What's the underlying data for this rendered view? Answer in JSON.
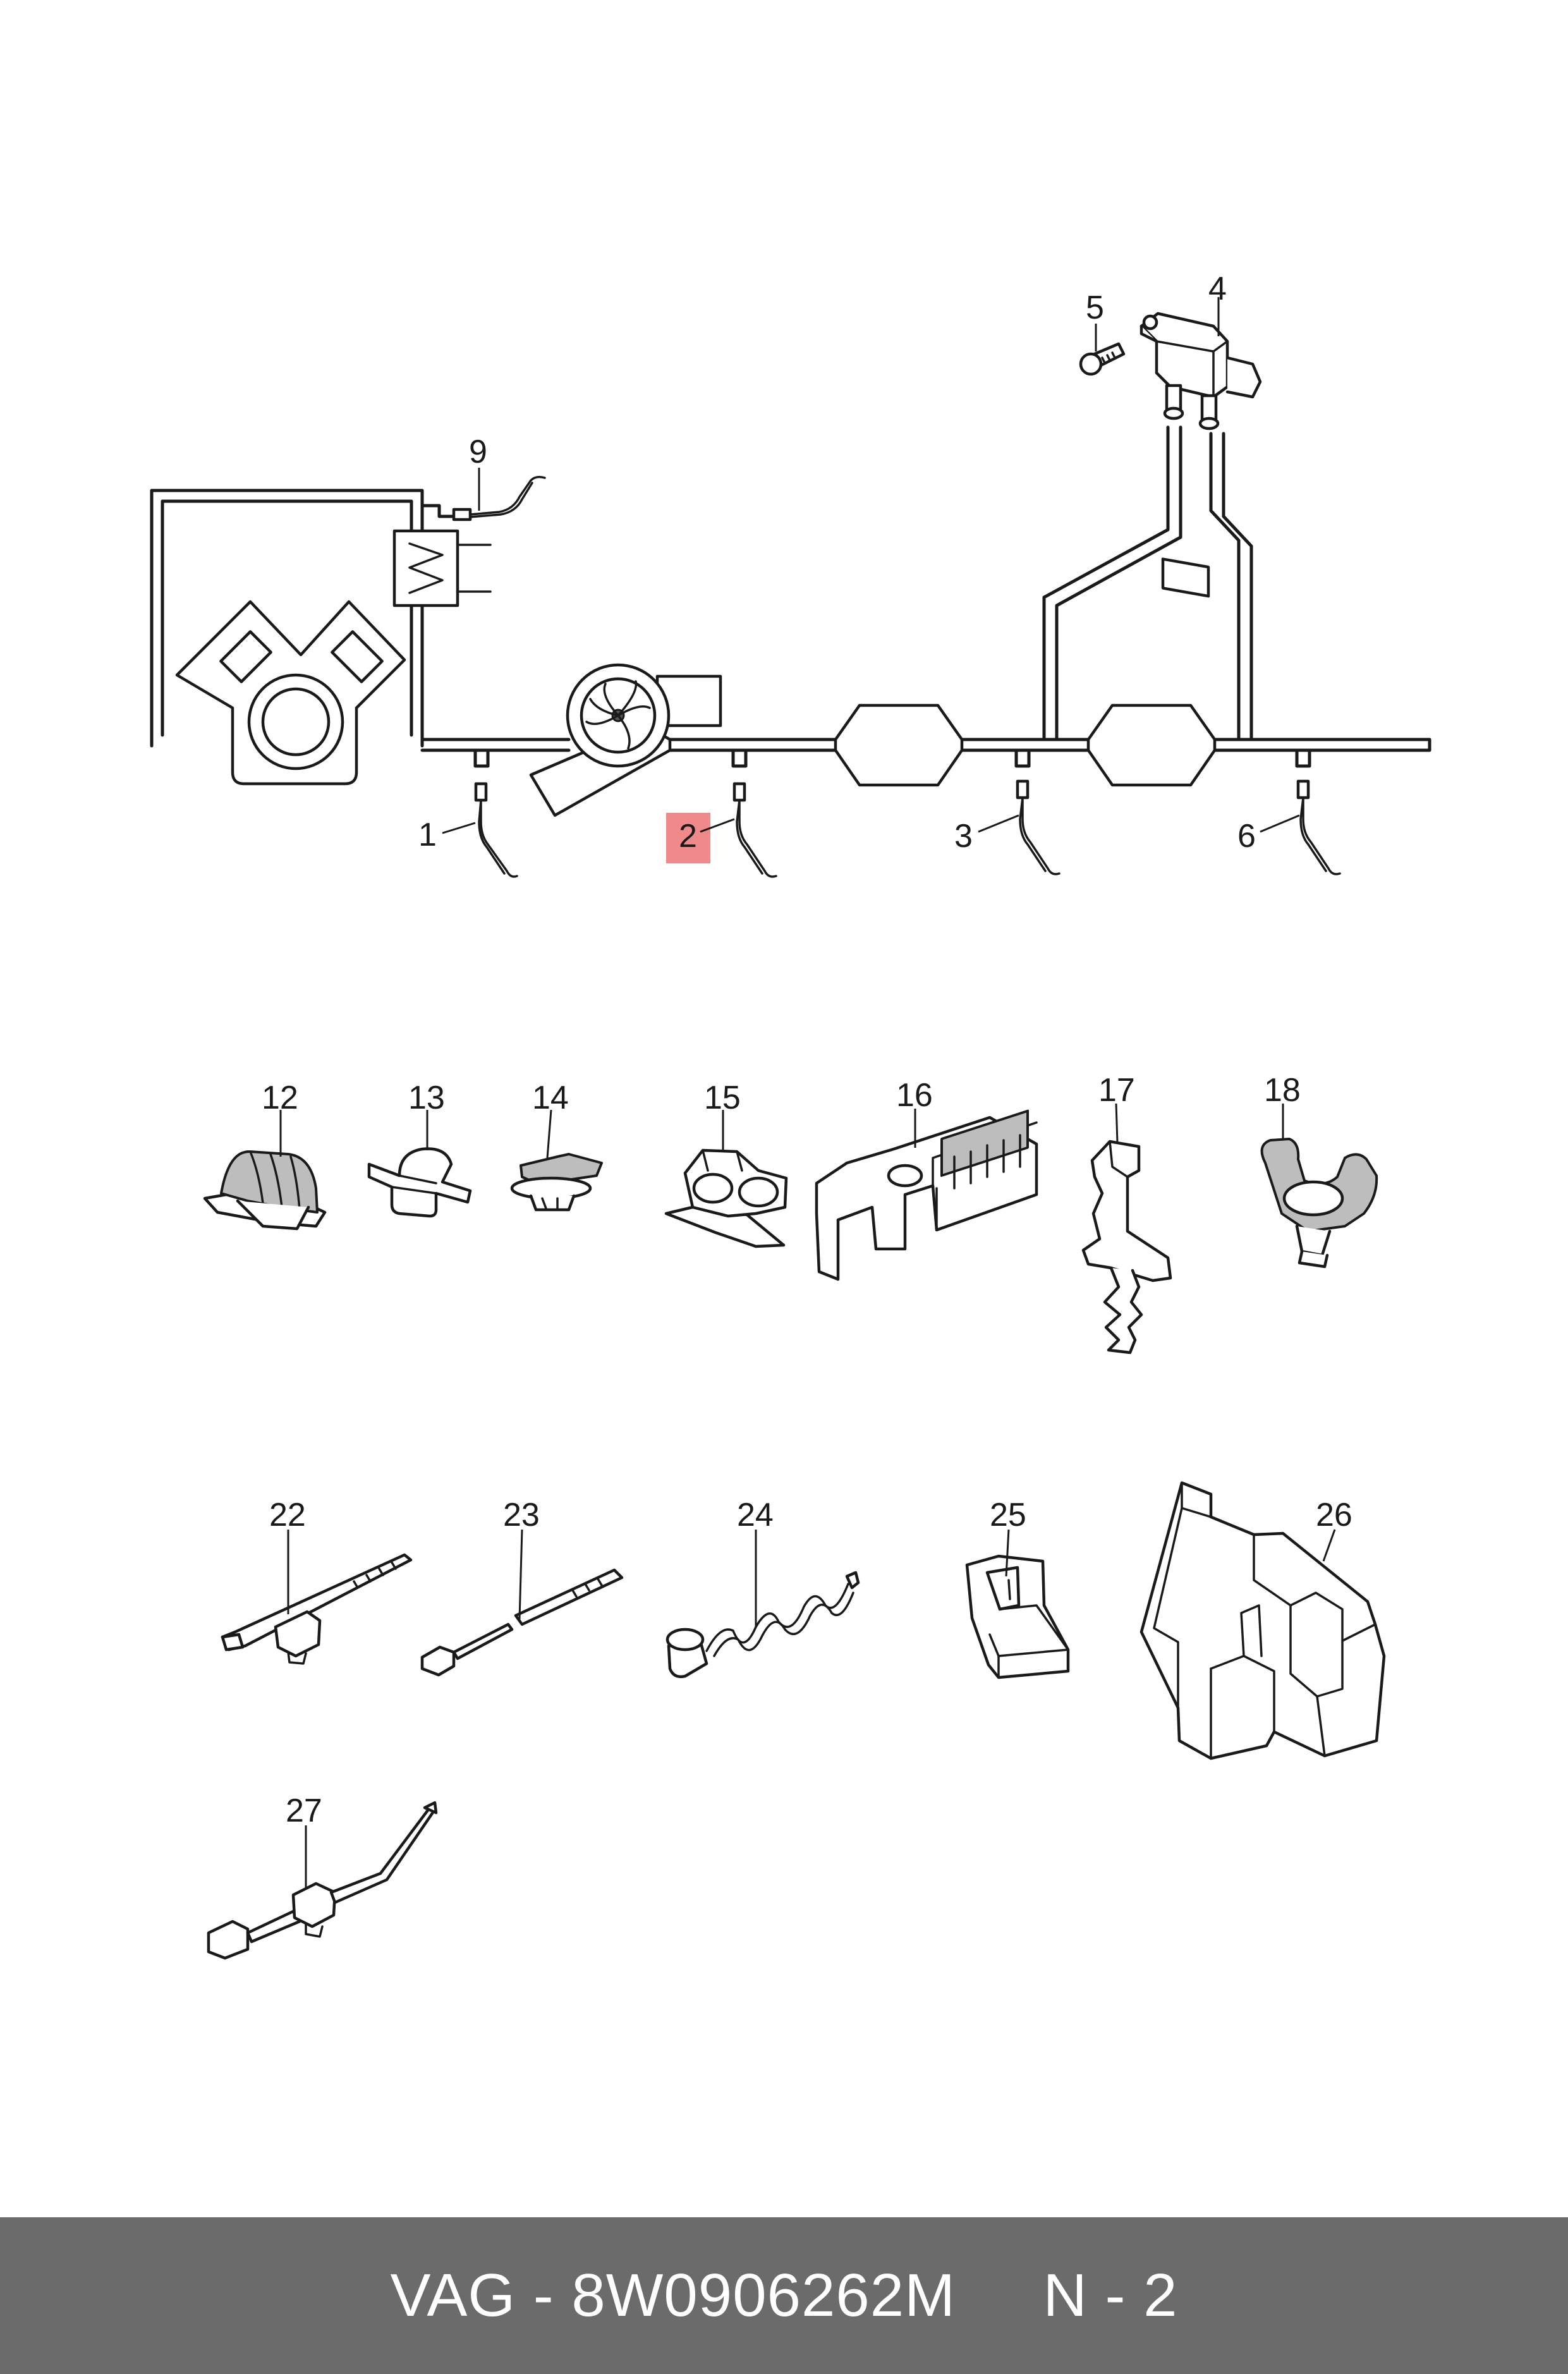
{
  "callouts": {
    "c1": "1",
    "c2": "2",
    "c3": "3",
    "c4": "4",
    "c5": "5",
    "c6": "6",
    "c9": "9",
    "c12": "12",
    "c13": "13",
    "c14": "14",
    "c15": "15",
    "c16": "16",
    "c17": "17",
    "c18": "18",
    "c22": "22",
    "c23": "23",
    "c24": "24",
    "c25": "25",
    "c26": "26",
    "c27": "27"
  },
  "highlight": {
    "callout": "2",
    "color": "#f08a8a"
  },
  "footer": {
    "brand": "VAG",
    "sep": " - ",
    "part_number": "8W0906262M",
    "page": "N - 2"
  },
  "colors": {
    "footer_bg": "#6b6b6b",
    "footer_text": "#ffffff",
    "line": "#1a1a1a"
  }
}
